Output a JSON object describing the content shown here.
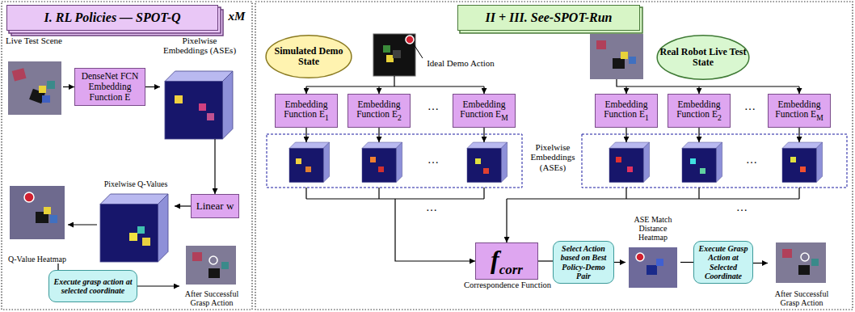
{
  "diagram": {
    "nodes": [
      {
        "text": [
          "I. RL Policies — SPOT-Q"
        ]
      },
      {
        "text": [
          "Live Test Scene"
        ]
      },
      {
        "text": [
          "DenseNet FCN Embedding Function E"
        ]
      },
      {
        "text": [
          "Pixelwise Embeddings (ASEs)"
        ]
      },
      {
        "text": [
          "Linear w"
        ]
      },
      {
        "text": [
          "Pixelwise Q-Values"
        ]
      },
      {
        "text": [
          "Q-Value Heatmap"
        ]
      },
      {
        "text": [
          "Execute grasp action at selected coordinate"
        ]
      },
      {
        "text": [
          "After Successful Grasp Action"
        ]
      },
      {
        "text": [
          "II + III. See-SPOT-Run"
        ]
      },
      {
        "text": [
          "Simulated Demo State"
        ]
      },
      {
        "text": [
          "Real Robot Live Test State"
        ]
      },
      {
        "text": [
          "Embedding Function E",
          "1"
        ]
      },
      {
        "text": [
          "Embedding Function E",
          "2"
        ]
      },
      {
        "text": [
          "Embedding Function E",
          "M"
        ]
      },
      {
        "text": [
          "Embedding Function E",
          "1"
        ]
      },
      {
        "text": [
          "Embedding Function E",
          "2"
        ]
      },
      {
        "text": [
          "Embedding Function E",
          "M"
        ]
      },
      {
        "text": [
          "f",
          "corr",
          "Correspondence Function"
        ]
      },
      {
        "text": [
          "Select Action based on Best Policy-Demo Pair"
        ]
      },
      {
        "text": [
          "ASE Match Distance Heatmap"
        ]
      },
      {
        "text": [
          "Execute Grasp Action at Selected Coordinate"
        ]
      },
      {
        "text": [
          "After Successful Grasp Action"
        ]
      }
    ],
    "edges": [
      {
        "from": 1,
        "to": 2,
        "arrow": "to"
      },
      {
        "from": 2,
        "to": 3,
        "arrow": "to"
      },
      {
        "from": 3,
        "to": 4,
        "arrow": "to"
      },
      {
        "from": 4,
        "to": 5,
        "arrow": "to"
      },
      {
        "from": 5,
        "to": 6,
        "arrow": "to"
      },
      {
        "from": 6,
        "to": 7,
        "arrow": "none"
      },
      {
        "from": 7,
        "to": 8,
        "arrow": "to"
      },
      {
        "from": 18,
        "to": 19,
        "arrow": "none"
      },
      {
        "from": 19,
        "to": 20,
        "arrow": "to"
      },
      {
        "from": 20,
        "to": 21,
        "arrow": "none"
      },
      {
        "from": 21,
        "to": 22,
        "arrow": "to"
      }
    ],
    "labels": [
      "xM",
      "Ideal Demo Action",
      "…",
      "…",
      "…",
      "Pixelwise Embeddings (ASEs)",
      "…",
      "…",
      "…"
    ]
  }
}
